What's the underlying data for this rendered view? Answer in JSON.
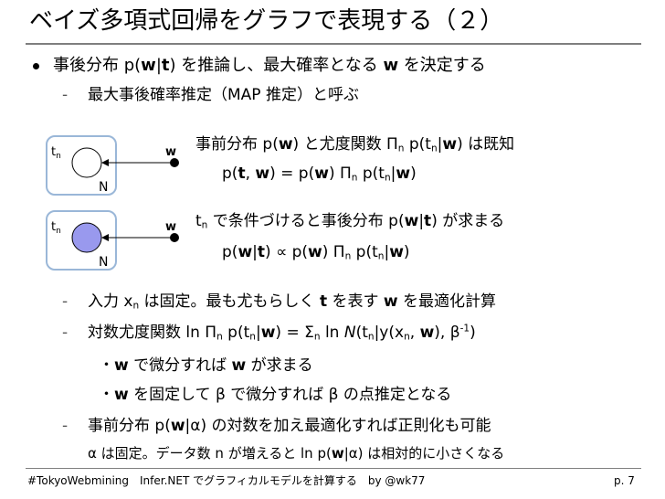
{
  "title": "ベイズ多項式回帰をグラフで表現する（２）",
  "bullet1": {
    "a": "事後分布 p(",
    "w": "w",
    "bar": "|",
    "t": "t",
    "b": ") を推論し、最大確率となる ",
    "w2": "w",
    "c": " を決定する"
  },
  "sub_map": "最大事後確率推定（MAP 推定）と呼ぶ",
  "model1": {
    "desc_a": "事前分布 p(",
    "desc_w": "w",
    "desc_b": ") と尤度関数 Π",
    "desc_n": "n",
    "desc_c": " p(t",
    "desc_n2": "n",
    "desc_d": "|",
    "desc_w2": "w",
    "desc_e": ") は既知",
    "eq_a": "p(",
    "eq_t": "t",
    "eq_b": ", ",
    "eq_w": "w",
    "eq_c": ") = p(",
    "eq_w2": "w",
    "eq_d": ") Π",
    "eq_n": "n",
    "eq_e": " p(t",
    "eq_n2": "n",
    "eq_f": "|",
    "eq_w3": "w",
    "eq_g": ")"
  },
  "model2": {
    "desc_a": "t",
    "desc_n": "n",
    "desc_b": " で条件づけると事後分布 p(",
    "desc_w": "w",
    "desc_c": "|",
    "desc_t": "t",
    "desc_d": ") が求まる",
    "eq_a": "p(",
    "eq_w": "w",
    "eq_b": "|",
    "eq_t": "t",
    "eq_c": ") ∝ p(",
    "eq_w2": "w",
    "eq_d": ") Π",
    "eq_n": "n",
    "eq_e": " p(t",
    "eq_n2": "n",
    "eq_f": "|",
    "eq_w3": "w",
    "eq_g": ")"
  },
  "graph": {
    "node_t": "t",
    "node_t_sub": "n",
    "node_w": "w",
    "plate": "N"
  },
  "sub_input": {
    "a": "入力 x",
    "n": "n",
    "b": " は固定。最も尤もらしく ",
    "t": "t",
    "c": " を表す ",
    "w": "w",
    "d": " を最適化計算"
  },
  "sub_loglik": {
    "a": "対数尤度関数 ln Π",
    "n": "n",
    "b": " p(t",
    "n2": "n",
    "c": "|",
    "w": "w",
    "d": ") = Σ",
    "n3": "n",
    "e": " ln ",
    "N": "N",
    "f": "(t",
    "n4": "n",
    "g": "|y(x",
    "n5": "n",
    "h": ", ",
    "w2": "w",
    "i": "), β",
    "sup": "-1",
    "j": ")"
  },
  "pt1": {
    "a": "・",
    "w": "w",
    "b": " で微分すれば ",
    "w2": "w",
    "c": " が求まる"
  },
  "pt2": {
    "a": "・",
    "w": "w",
    "b": " を固定して β で微分すれば β の点推定となる"
  },
  "sub_prior": {
    "a": "事前分布 p(",
    "w": "w",
    "b": "|α) の対数を加え最適化すれば正則化も可能"
  },
  "note": {
    "a": "α は固定。データ数 n が増えると ln p(",
    "w": "w",
    "b": "|α) は相対的に小さくなる"
  },
  "footer": {
    "left": "#TokyoWebmining　Infer.NET でグラフィカルモデルを計算する　by @wk77",
    "page": "p. 7"
  },
  "colors": {
    "observed_node": "#9999ee",
    "rule": "#7f7f7f"
  }
}
